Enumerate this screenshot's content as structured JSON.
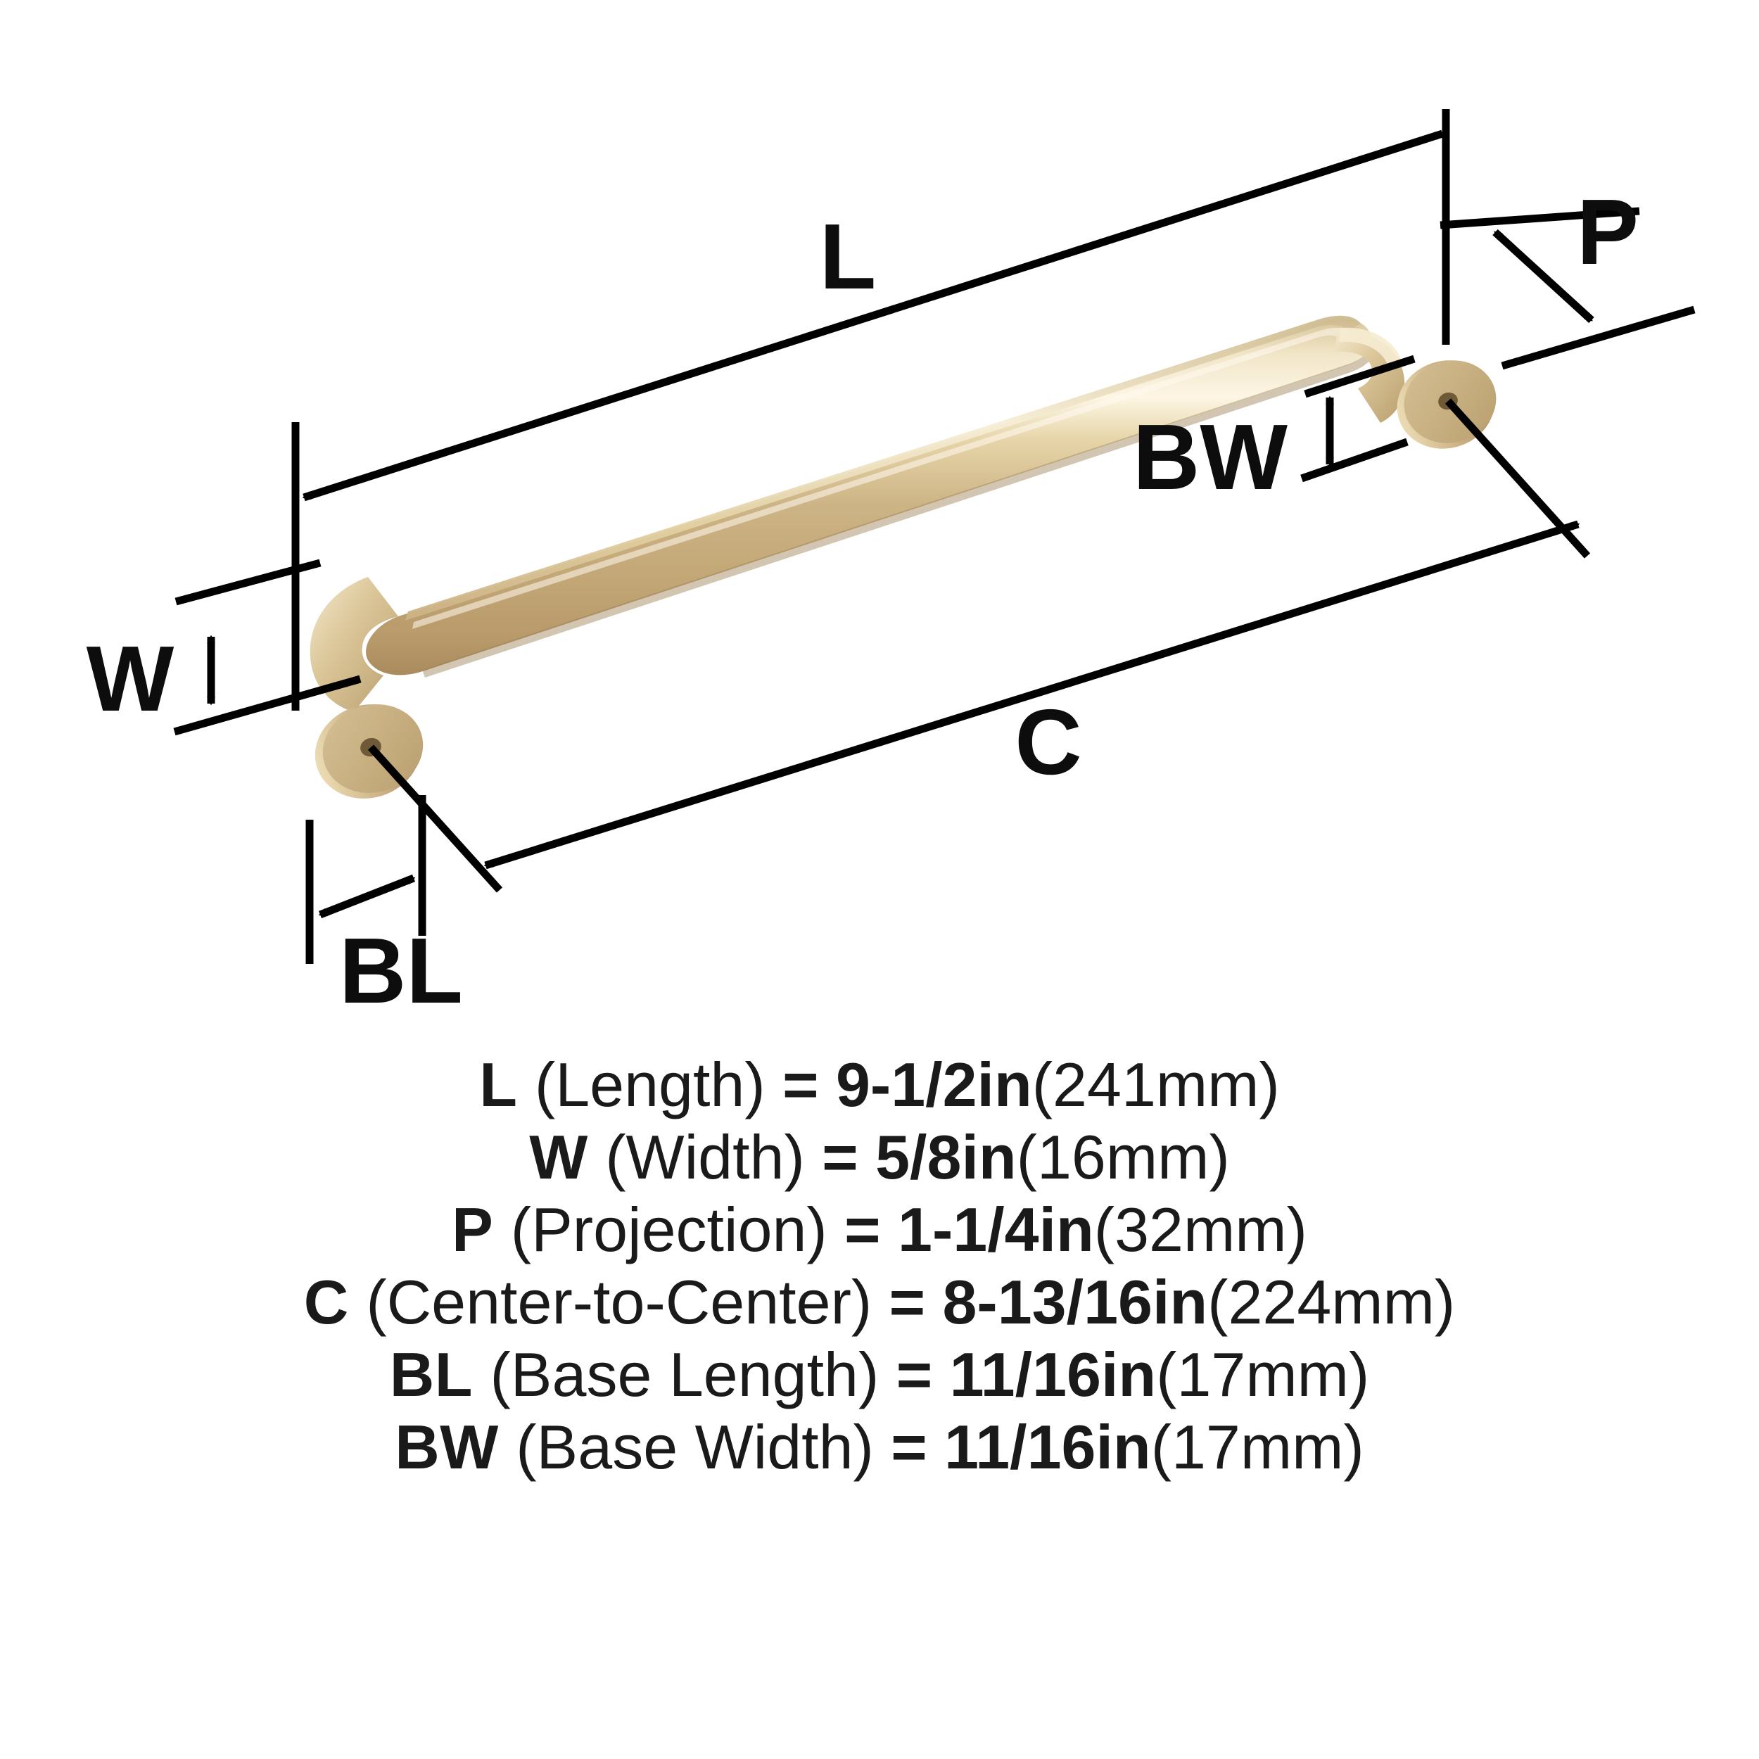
{
  "product": {
    "type": "cabinet-pull-handle",
    "finish_color": "#c6ab7c"
  },
  "diagram": {
    "labels": {
      "length": "L",
      "width": "W",
      "projection": "P",
      "center_to_center": "C",
      "base_length": "BL",
      "base_width": "BW"
    }
  },
  "specs": [
    {
      "code": "L",
      "name": "(Length)",
      "eq": "=",
      "value": "9-1/2in",
      "metric": "(241mm)"
    },
    {
      "code": "W",
      "name": "(Width)",
      "eq": "=",
      "value": "5/8in",
      "metric": "(16mm)"
    },
    {
      "code": "P",
      "name": "(Projection)",
      "eq": "=",
      "value": "1-1/4in",
      "metric": "(32mm)"
    },
    {
      "code": "C",
      "name": "(Center-to-Center)",
      "eq": "=",
      "value": "8-13/16in",
      "metric": "(224mm)"
    },
    {
      "code": "BL",
      "name": "(Base Length)",
      "eq": "=",
      "value": "11/16in",
      "metric": "(17mm)"
    },
    {
      "code": "BW",
      "name": "(Base Width)",
      "eq": "=",
      "value": "11/16in",
      "metric": "(17mm)"
    }
  ]
}
